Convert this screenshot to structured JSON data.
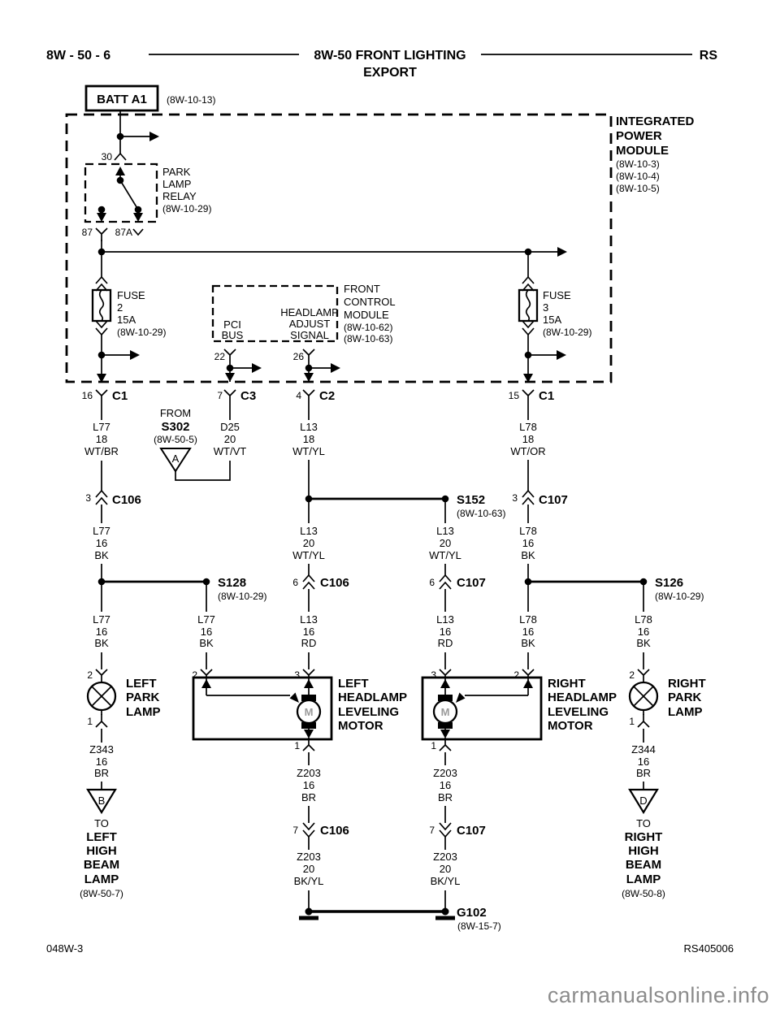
{
  "page": {
    "bg": "#ffffff",
    "ink": "#000000",
    "watermark_color": "#8c8c8c"
  },
  "header": {
    "code": "8W - 50 - 6",
    "title": "8W-50 FRONT LIGHTING",
    "subtitle": "EXPORT",
    "region": "RS"
  },
  "footer": {
    "doc": "048W-3",
    "ref": "RS405006",
    "watermark": "carmanualsonline.info"
  },
  "battery": {
    "label": "BATT A1",
    "ref": "(8W-10-13)"
  },
  "ipm": {
    "name": [
      "INTEGRATED",
      "POWER",
      "MODULE"
    ],
    "refs": [
      "(8W-10-3)",
      "(8W-10-4)",
      "(8W-10-5)"
    ]
  },
  "relay": {
    "pin30": "30",
    "pin87": "87",
    "pin87a": "87A",
    "name": [
      "PARK",
      "LAMP",
      "RELAY"
    ],
    "ref": "(8W-10-29)"
  },
  "fuse2": {
    "title": "FUSE",
    "num": "2",
    "amps": "15A",
    "ref": "(8W-10-29)"
  },
  "fuse3": {
    "title": "FUSE",
    "num": "3",
    "amps": "15A",
    "ref": "(8W-10-29)"
  },
  "fcm": {
    "pin22": "22",
    "pin26": "26",
    "pci": [
      "PCI",
      "BUS"
    ],
    "signal": [
      "HEADLAMP",
      "ADJUST",
      "SIGNAL"
    ],
    "name": [
      "FRONT",
      "CONTROL",
      "MODULE"
    ],
    "refs": [
      "(8W-10-62)",
      "(8W-10-63)"
    ]
  },
  "connectors": {
    "c1_16": {
      "pin": "16",
      "name": "C1"
    },
    "c3_7": {
      "pin": "7",
      "name": "C3"
    },
    "c2_4": {
      "pin": "4",
      "name": "C2"
    },
    "c1_15": {
      "pin": "15",
      "name": "C1"
    },
    "c106_3": {
      "pin": "3",
      "name": "C106"
    },
    "c107_3": {
      "pin": "3",
      "name": "C107"
    },
    "c106_6": {
      "pin": "6",
      "name": "C106"
    },
    "c107_6": {
      "pin": "6",
      "name": "C107"
    },
    "c106_7": {
      "pin": "7",
      "name": "C106"
    },
    "c107_7": {
      "pin": "7",
      "name": "C107"
    }
  },
  "splices": {
    "s302": {
      "prefix": "FROM",
      "name": "S302",
      "ref": "(8W-50-5)",
      "letter": "A"
    },
    "s152": {
      "name": "S152",
      "ref": "(8W-10-63)"
    },
    "s128": {
      "name": "S128",
      "ref": "(8W-10-29)"
    },
    "s126": {
      "name": "S126",
      "ref": "(8W-10-29)"
    },
    "g102": {
      "name": "G102",
      "ref": "(8W-15-7)"
    }
  },
  "wires": {
    "l77_18": [
      "L77",
      "18",
      "WT/BR"
    ],
    "d25_20": [
      "D25",
      "20",
      "WT/VT"
    ],
    "l13_18": [
      "L13",
      "18",
      "WT/YL"
    ],
    "l78_18": [
      "L78",
      "18",
      "WT/OR"
    ],
    "l77_16_upper": [
      "L77",
      "16",
      "BK"
    ],
    "l78_16_upper": [
      "L78",
      "16",
      "BK"
    ],
    "l13_20_left": [
      "L13",
      "20",
      "WT/YL"
    ],
    "l13_20_right": [
      "L13",
      "20",
      "WT/YL"
    ],
    "l77_16_lamp": [
      "L77",
      "16",
      "BK"
    ],
    "l77_16_motor": [
      "L77",
      "16",
      "BK"
    ],
    "l13_16_left": [
      "L13",
      "16",
      "RD"
    ],
    "l13_16_right": [
      "L13",
      "16",
      "RD"
    ],
    "l78_16_motor": [
      "L78",
      "16",
      "BK"
    ],
    "l78_16_lamp": [
      "L78",
      "16",
      "BK"
    ],
    "z343": [
      "Z343",
      "16",
      "BR"
    ],
    "z344": [
      "Z344",
      "16",
      "BR"
    ],
    "z203_left_16": [
      "Z203",
      "16",
      "BR"
    ],
    "z203_right_16": [
      "Z203",
      "16",
      "BR"
    ],
    "z203_left_20": [
      "Z203",
      "20",
      "BK/YL"
    ],
    "z203_right_20": [
      "Z203",
      "20",
      "BK/YL"
    ]
  },
  "left_park_lamp": {
    "pin_top": "2",
    "pin_bottom": "1",
    "name": [
      "LEFT",
      "PARK",
      "LAMP"
    ]
  },
  "right_park_lamp": {
    "pin_top": "2",
    "pin_bottom": "1",
    "name": [
      "RIGHT",
      "PARK",
      "LAMP"
    ]
  },
  "left_motor": {
    "pin_left": "2",
    "pin_right": "3",
    "pin_bottom": "1",
    "symbol": "M",
    "name": [
      "LEFT",
      "HEADLAMP",
      "LEVELING",
      "MOTOR"
    ]
  },
  "right_motor": {
    "pin_left": "3",
    "pin_right": "2",
    "pin_bottom": "1",
    "symbol": "M",
    "name": [
      "RIGHT",
      "HEADLAMP",
      "LEVELING",
      "MOTOR"
    ]
  },
  "dest_left": {
    "letter": "B",
    "prefix": "TO",
    "name": [
      "LEFT",
      "HIGH",
      "BEAM",
      "LAMP"
    ],
    "ref": "(8W-50-7)"
  },
  "dest_right": {
    "letter": "D",
    "prefix": "TO",
    "name": [
      "RIGHT",
      "HIGH",
      "BEAM",
      "LAMP"
    ],
    "ref": "(8W-50-8)"
  }
}
